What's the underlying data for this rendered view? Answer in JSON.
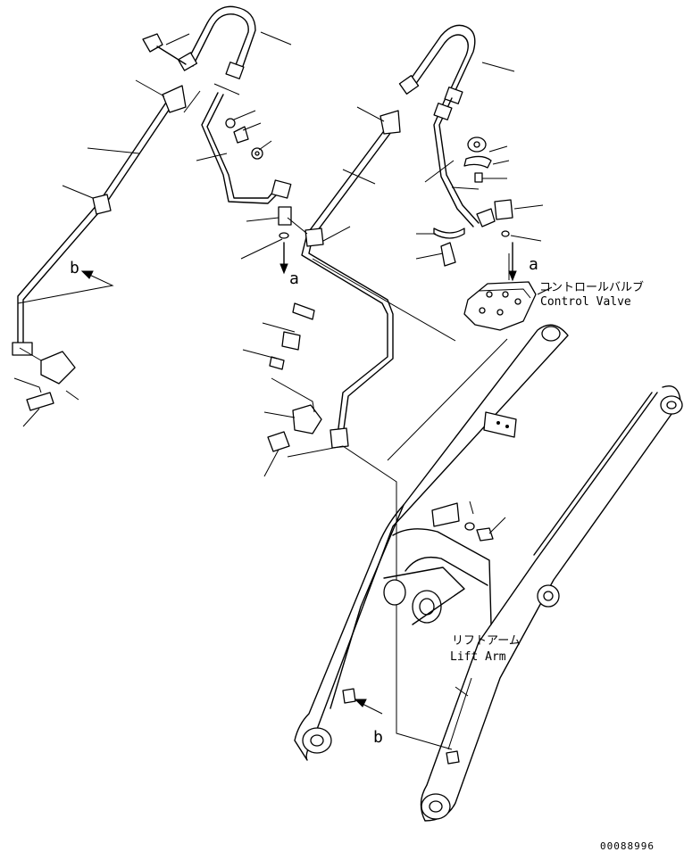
{
  "labels": {
    "control_valve_jp": "コントロールバルブ",
    "control_valve_en": "Control Valve",
    "lift_arm_jp": "リフトアーム",
    "lift_arm_en": "Lift Arm",
    "ref_a": "a",
    "ref_b": "b",
    "drawing_number": "00088996"
  },
  "icons": {
    "arrow": "arrowhead-icon"
  }
}
